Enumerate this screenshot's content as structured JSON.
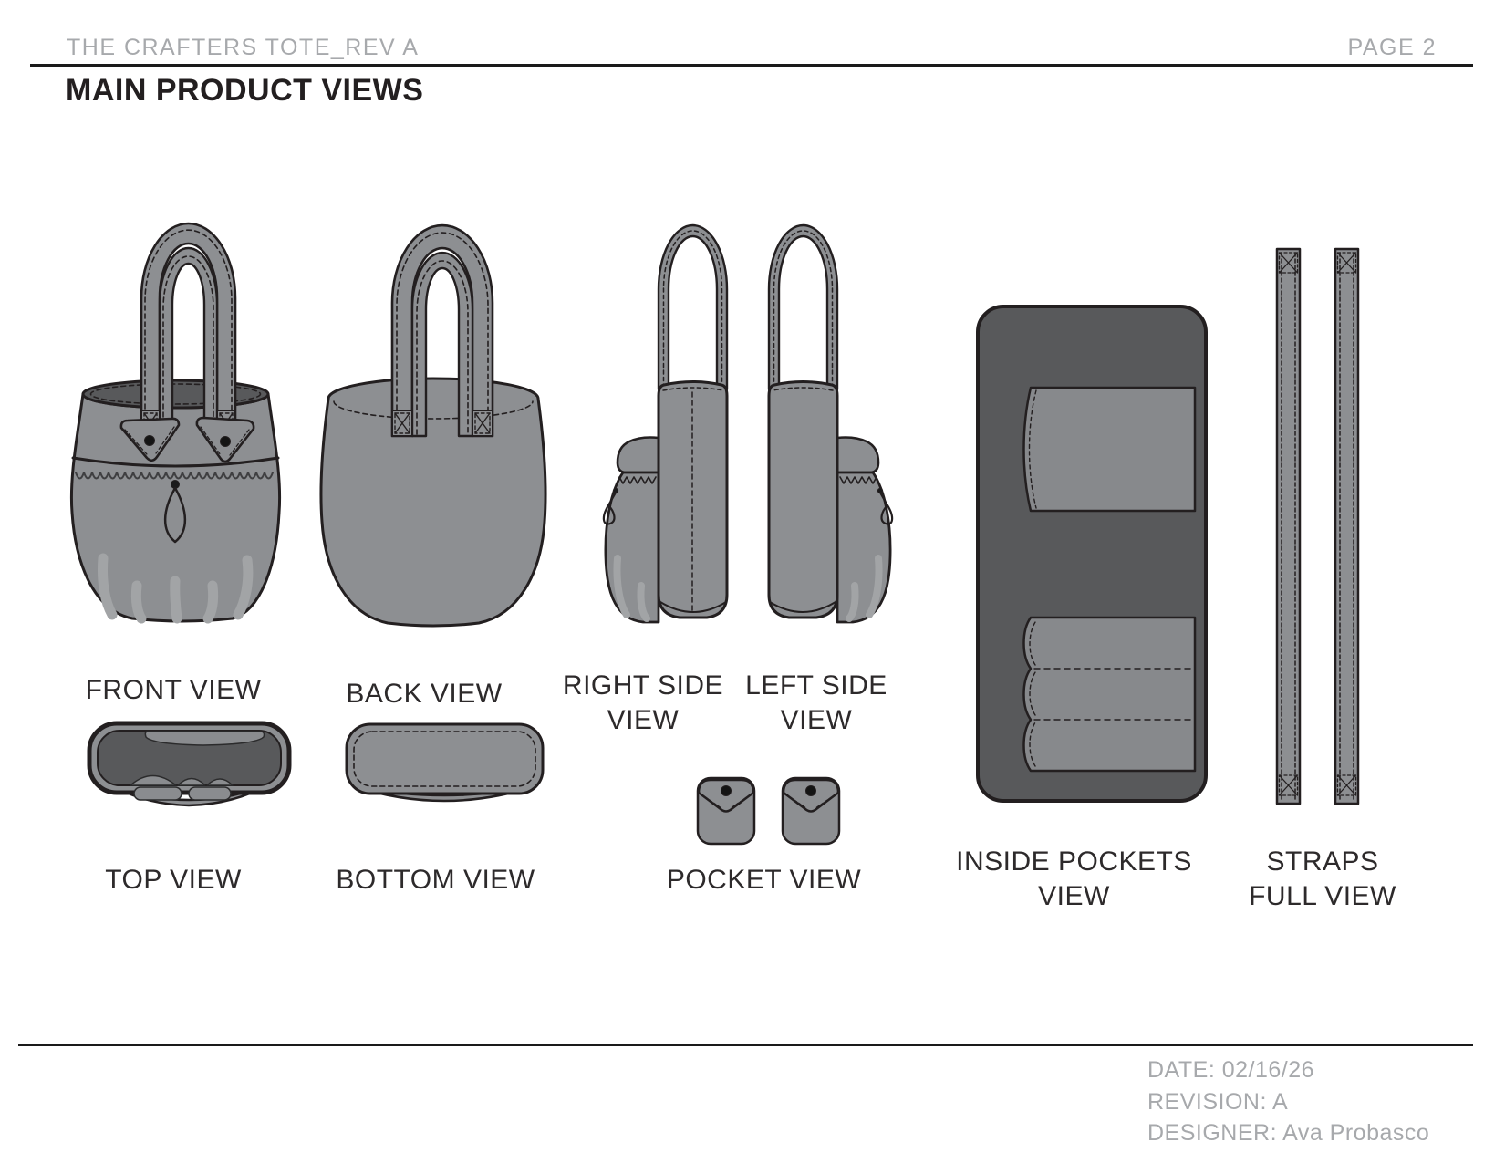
{
  "header": {
    "doc_title": "THE CRAFTERS TOTE_REV A",
    "page_label": "PAGE 2"
  },
  "section_title": "MAIN PRODUCT VIEWS",
  "views": {
    "front": "FRONT VIEW",
    "back": "BACK VIEW",
    "right_side": "RIGHT SIDE\nVIEW",
    "left_side": "LEFT SIDE\nVIEW",
    "top": "TOP VIEW",
    "bottom": "BOTTOM VIEW",
    "pocket": "POCKET VIEW",
    "inside_pockets": "INSIDE POCKETS\nVIEW",
    "straps": "STRAPS\nFULL VIEW"
  },
  "footer": {
    "date": "DATE: 02/16/26",
    "revision": "REVISION: A",
    "designer": "DESIGNER: Ava Probasco"
  },
  "colors": {
    "bag_gray": "#8d8f92",
    "bag_highlight": "#a2a4a6",
    "interior_dark": "#58595b",
    "pocket_gray": "#87898c",
    "outline": "#231f20",
    "muted_text": "#a7a9ac",
    "label_text": "#2d2a2b"
  }
}
